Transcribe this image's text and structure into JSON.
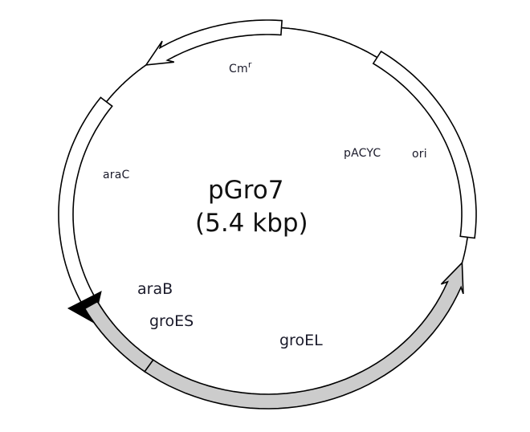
{
  "title": "pGro7",
  "size_label": "(5.4 kbp)",
  "colors": {
    "background": "#ffffff",
    "stroke": "#000000",
    "gene_fill_open": "#ffffff",
    "gene_fill_gray": "#cccccc",
    "promoter_fill": "#000000",
    "text": "#1a1a2a"
  },
  "features": [
    {
      "id": "cmr",
      "label": "Cm",
      "superscript": "r",
      "type": "gene-arrow",
      "direction": "counterclockwise",
      "fill": "#ffffff"
    },
    {
      "id": "ori",
      "label": "ori",
      "type": "box",
      "fill": "#ffffff"
    },
    {
      "id": "pacyc",
      "label": "pACYC",
      "type": "text"
    },
    {
      "id": "arac",
      "label": "araC",
      "type": "box",
      "fill": "#ffffff"
    },
    {
      "id": "arab",
      "label": "araB",
      "type": "promoter-arrow",
      "fill": "#000000"
    },
    {
      "id": "groes",
      "label": "groES",
      "type": "box",
      "fill": "#cccccc"
    },
    {
      "id": "groel",
      "label": "groEL",
      "type": "gene-arrow",
      "direction": "clockwise",
      "fill": "#cccccc"
    }
  ]
}
